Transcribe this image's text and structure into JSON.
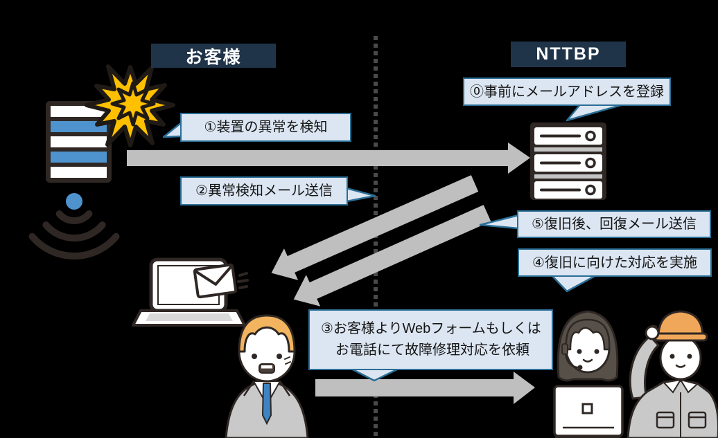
{
  "diagram": {
    "type": "failure-recovery-sequence-flow",
    "columns": {
      "left_header": "お客様",
      "right_header": "NTTBP"
    },
    "callouts": {
      "step0": "⓪事前にメールアドレスを登録",
      "step1": "①装置の異常を検知",
      "step2": "②異常検知メール送信",
      "step3_line1": "③お客様よりWebフォームもしくは",
      "step3_line2": "お電話にて故障修理対応を依頼",
      "step4": "④復旧に向けた対応を実施",
      "step5": "⑤復旧後、回復メール送信"
    },
    "icons": {
      "customer_device": "network-device-icon",
      "failure": "explosion-burst-icon",
      "signal": "wifi-signal-icon",
      "nttbp_server": "server-rack-icon",
      "notification": "laptop-email-icon",
      "customer_person": "worried-businessman-icon",
      "operator": "support-operator-icon",
      "engineer": "helmet-engineer-icon"
    },
    "colors": {
      "background": "#000000",
      "header_bg": "#1f3449",
      "header_text": "#ffffff",
      "callout_bg": "#dce6f2",
      "callout_border": "#2a6e96",
      "arrow_gray": "#bfbfbf",
      "divider_dot": "#4a4a4a",
      "accent_blue": "#4f93ce",
      "explosion_yellow": "#ffc000",
      "outline_dark": "#2e2724",
      "hair_orange": "#f2b45f",
      "helmet_orange": "#f0a75a",
      "tie_blue": "#3e84c4"
    }
  }
}
